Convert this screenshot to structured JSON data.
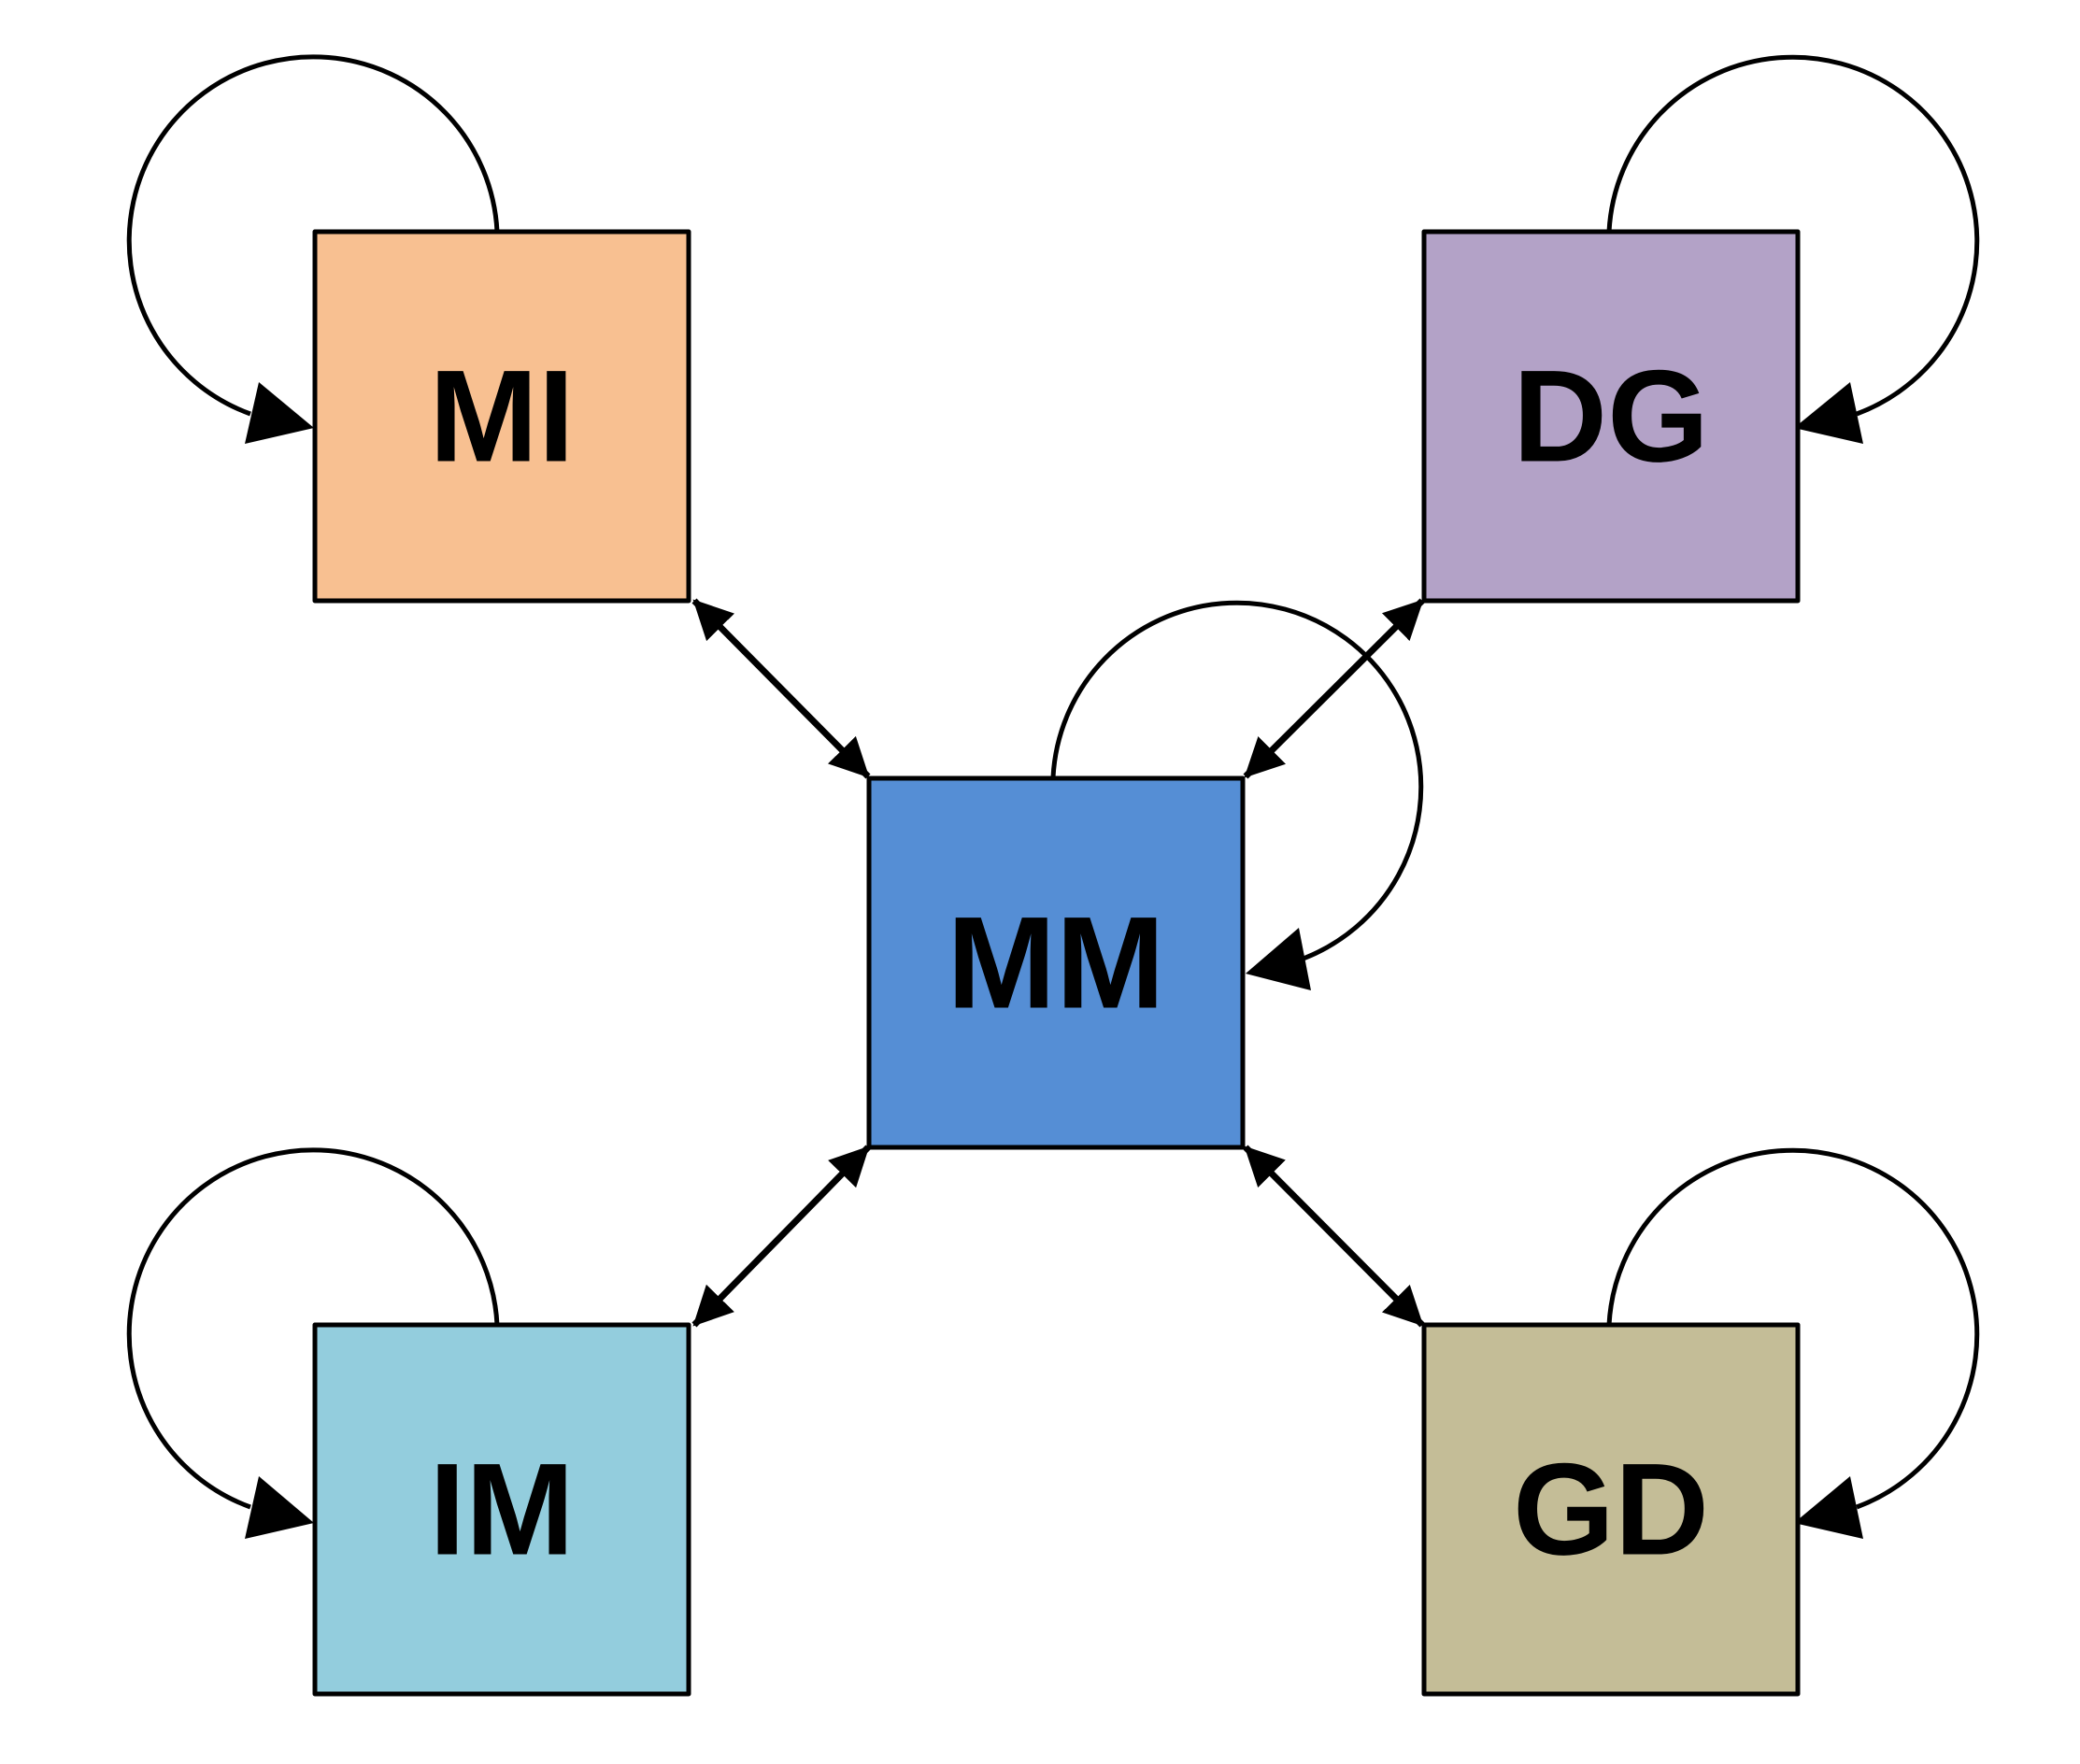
{
  "nodes": [
    {
      "id": "MI",
      "label": "MI",
      "color": "#F8C091"
    },
    {
      "id": "DG",
      "label": "DG",
      "color": "#B3A2C7"
    },
    {
      "id": "MM",
      "label": "MM",
      "color": "#558ED5"
    },
    {
      "id": "IM",
      "label": "IM",
      "color": "#93CDDD"
    },
    {
      "id": "GD",
      "label": "GD",
      "color": "#C4BD97"
    }
  ],
  "edges": [
    {
      "from": "MI",
      "to": "MM",
      "direction": "bidirectional"
    },
    {
      "from": "DG",
      "to": "MM",
      "direction": "bidirectional"
    },
    {
      "from": "IM",
      "to": "MM",
      "direction": "bidirectional"
    },
    {
      "from": "GD",
      "to": "MM",
      "direction": "bidirectional"
    }
  ],
  "self_loops": [
    "MI",
    "DG",
    "MM",
    "IM",
    "GD"
  ]
}
